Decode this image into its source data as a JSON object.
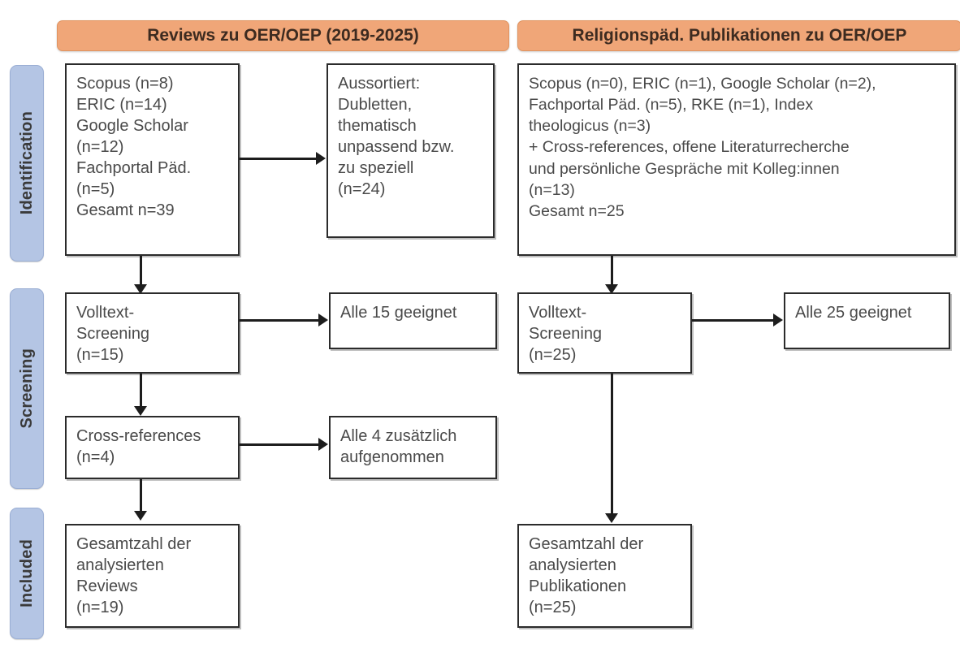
{
  "stages": [
    {
      "id": "identification",
      "label": "Identification"
    },
    {
      "id": "screening",
      "label": "Screening"
    },
    {
      "id": "included",
      "label": "Included"
    }
  ],
  "columns": [
    {
      "id": "left",
      "header": "Reviews zu OER/OEP (2019-2025)"
    },
    {
      "id": "right",
      "header": "Religionspäd. Publikationen zu OER/OEP"
    }
  ],
  "boxes": {
    "left_identification": "Scopus (n=8)\nERIC (n=14)\nGoogle Scholar\n(n=12)\nFachportal Päd.\n(n=5)\nGesamt n=39",
    "left_excluded": "Aussortiert:\nDubletten,\nthematisch\nunpassend bzw.\nzu speziell\n(n=24)",
    "right_identification": "Scopus (n=0), ERIC (n=1), Google Scholar (n=2),\nFachportal Päd. (n=5), RKE (n=1), Index\ntheologicus (n=3)\n+ Cross-references, offene Literaturrecherche\nund persönliche Gespräche mit Kolleg:innen\n(n=13)\nGesamt n=25",
    "left_screening": "Volltext-\nScreening\n(n=15)",
    "left_screening_result": "Alle 15 geeignet",
    "right_screening": "Volltext-\nScreening\n(n=25)",
    "right_screening_result": "Alle 25 geeignet",
    "left_crossrefs": "Cross-references\n(n=4)",
    "left_crossrefs_result": "Alle 4 zusätzlich\naufgenommen",
    "left_included": "Gesamtzahl der\nanalysierten\nReviews\n(n=19)",
    "right_included": "Gesamtzahl der\nanalysierten\nPublikationen\n(n=25)"
  },
  "colors": {
    "header_orange": "#F0A678",
    "stage_blue": "#B4C5E4",
    "box_border": "#2B2B2B",
    "connector": "#1D1D1D",
    "text": "#4A4A4A"
  },
  "chart_data": {
    "type": "diagram",
    "title": "PRISMA-style literature selection flow",
    "flows": [
      {
        "from": "left_identification",
        "to": "left_excluded",
        "direction": "right"
      },
      {
        "from": "left_identification",
        "to": "left_screening",
        "direction": "down"
      },
      {
        "from": "left_screening",
        "to": "left_screening_result",
        "direction": "right"
      },
      {
        "from": "left_screening",
        "to": "left_crossrefs",
        "direction": "down"
      },
      {
        "from": "left_crossrefs",
        "to": "left_crossrefs_result",
        "direction": "right"
      },
      {
        "from": "left_crossrefs",
        "to": "left_included",
        "direction": "down"
      },
      {
        "from": "right_identification",
        "to": "right_screening",
        "direction": "down"
      },
      {
        "from": "right_screening",
        "to": "right_screening_result",
        "direction": "right"
      },
      {
        "from": "right_screening",
        "to": "right_included",
        "direction": "down"
      }
    ],
    "counts": {
      "left_scopus": 8,
      "left_eric": 14,
      "left_google_scholar": 12,
      "left_fachportal": 5,
      "left_total": 39,
      "left_excluded": 24,
      "left_fulltext_screening": 15,
      "left_crossrefs": 4,
      "left_included": 19,
      "right_scopus": 0,
      "right_eric": 1,
      "right_google_scholar": 2,
      "right_fachportal": 5,
      "right_rke": 1,
      "right_index_theologicus": 3,
      "right_additional": 13,
      "right_total": 25,
      "right_fulltext_screening": 25,
      "right_included": 25
    }
  }
}
